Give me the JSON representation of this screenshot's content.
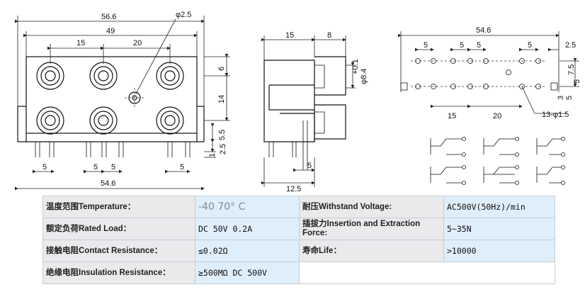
{
  "front_view": {
    "dims": {
      "overall_top": "56.6",
      "body_width": "49",
      "pitch_left": "15",
      "pitch_right": "20",
      "hole_diameter": "φ2.5",
      "right_top": "6",
      "right_mid": "14",
      "right_a": "5.5",
      "right_b": "2.5",
      "right_c": "1",
      "bottom_left": "5",
      "bottom_mid_a": "5",
      "bottom_mid_b": "5",
      "bottom_right": "5",
      "overall_bottom": "54.6"
    }
  },
  "side_view": {
    "dims": {
      "top_left": "15",
      "top_right": "8",
      "jack_diameter": "φ8.4",
      "tolerance": "+0.1",
      "bottom_small": "5",
      "bottom_overall": "12.5"
    }
  },
  "pcb_view": {
    "dims": {
      "overall": "54.6",
      "p1": "5",
      "p2": "5",
      "p3": "5",
      "p4": "5",
      "right_offset": "2.5",
      "v1": "7.5",
      "v2": "5",
      "v3": "3",
      "v4": "5",
      "bottom_left": "15",
      "bottom_right": "20",
      "holes": "13-φ1.5"
    }
  },
  "specs": {
    "rows": [
      {
        "label": "温度范围Temperature：",
        "value": "-40   70° C",
        "label2": "耐压Withstand Voltage:",
        "value2": "AC500V(50Hz)/min"
      },
      {
        "label": "额定负荷Rated Load：",
        "value": "DC 50V 0.2A",
        "label2": "插拔力Insertion and Extraction Force:",
        "value2": "5~35N"
      },
      {
        "label": "接触电阻Contact Resistance：",
        "value": "≤0.02Ω",
        "label2": "寿命Life：",
        "value2": ">10000"
      },
      {
        "label": "绝缘电阻Insulation Resistance：",
        "value": "≥500MΩ DC 500V",
        "label2": "",
        "value2": ""
      }
    ]
  }
}
